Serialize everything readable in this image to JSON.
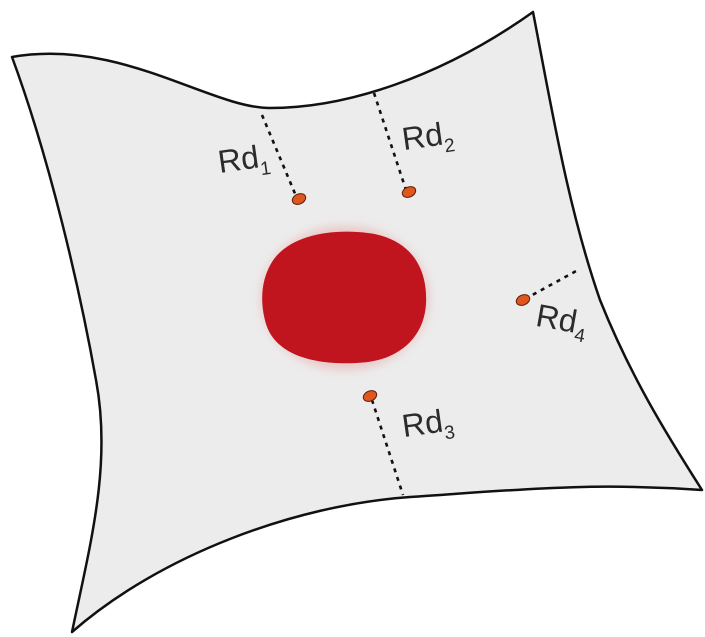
{
  "labels": [
    {
      "id": "rd1",
      "main": "Rd",
      "sub": "1"
    },
    {
      "id": "rd2",
      "main": "Rd",
      "sub": "2"
    },
    {
      "id": "rd3",
      "main": "Rd",
      "sub": "3"
    },
    {
      "id": "rd4",
      "main": "Rd",
      "sub": "4"
    }
  ],
  "colors": {
    "sheet_fill": "#ececec",
    "sheet_stroke": "#111111",
    "nucleus": "#c0141f",
    "nucleus_halo": "#e7a9a6",
    "marker": "#e0561f",
    "dash": "#111111"
  }
}
